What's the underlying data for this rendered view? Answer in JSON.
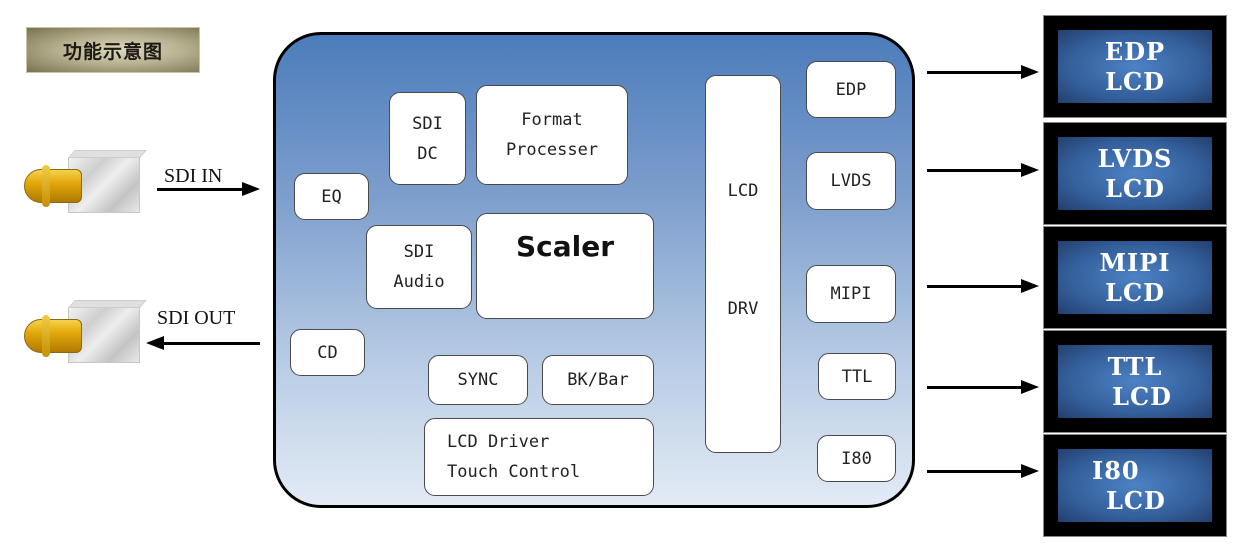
{
  "title": "功能示意图",
  "inputs": {
    "sdi_in_label": "SDI IN",
    "sdi_out_label": "SDI OUT"
  },
  "chip_blocks": {
    "eq": "EQ",
    "cd": "CD",
    "sdi_dc": [
      "SDI",
      "DC"
    ],
    "format_processer": [
      "Format",
      "Processer"
    ],
    "sdi_audio": [
      "SDI",
      "Audio"
    ],
    "scaler": "Scaler",
    "sync": "SYNC",
    "bk_bar": "BK/Bar",
    "lcd_driver_touch": [
      "LCD Driver",
      "Touch Control"
    ],
    "lcd_drv": [
      "LCD",
      "DRV"
    ],
    "interfaces": [
      "EDP",
      "LVDS",
      "MIPI",
      "TTL",
      "I80"
    ]
  },
  "lcd_panels": [
    {
      "line1": "EDP",
      "line2": "LCD"
    },
    {
      "line1": "LVDS",
      "line2": "LCD"
    },
    {
      "line1": "MIPI",
      "line2": "LCD"
    },
    {
      "line1": "TTL",
      "line2": "LCD"
    },
    {
      "line1": "I80",
      "line2": "LCD"
    }
  ],
  "colors": {
    "chip_top": "#4c7cbb",
    "chip_bottom": "#e3ebf5",
    "lcd_screen": "#3a68a8",
    "connector_gold": "#e3a80c"
  }
}
